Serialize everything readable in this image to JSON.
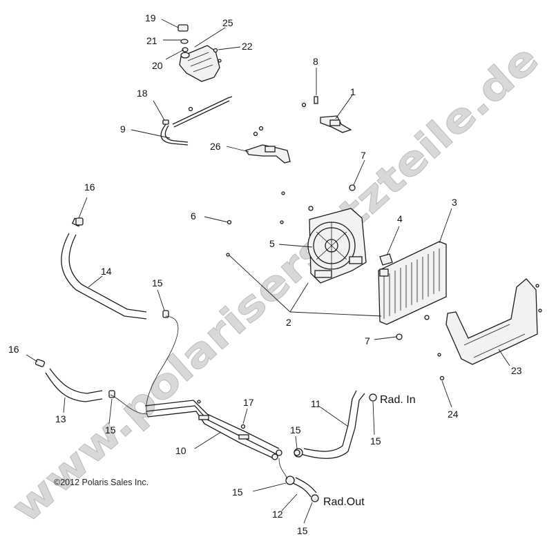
{
  "diagram": {
    "callouts": {
      "c1": "1",
      "c2": "2",
      "c3": "3",
      "c4": "4",
      "c5": "5",
      "c6": "6",
      "c7a": "7",
      "c7b": "7",
      "c8": "8",
      "c9": "9",
      "c10": "10",
      "c11": "11",
      "c12": "12",
      "c13": "13",
      "c14": "14",
      "c15a": "15",
      "c15b": "15",
      "c15c": "15",
      "c15d": "15",
      "c15e": "15",
      "c15f": "15",
      "c16a": "16",
      "c16b": "16",
      "c17": "17",
      "c18": "18",
      "c19": "19",
      "c20": "20",
      "c21": "21",
      "c22": "22",
      "c23": "23",
      "c24": "24",
      "c25": "25",
      "c26": "26"
    },
    "rad_in": "Rad. In",
    "rad_out": "Rad.Out",
    "copyright": "©2012 Polaris Sales Inc.",
    "watermark": "www.polarisersatzteile.de"
  },
  "colors": {
    "line": "#1a1a1a",
    "watermark": "#d8d8d8",
    "background": "#ffffff"
  }
}
